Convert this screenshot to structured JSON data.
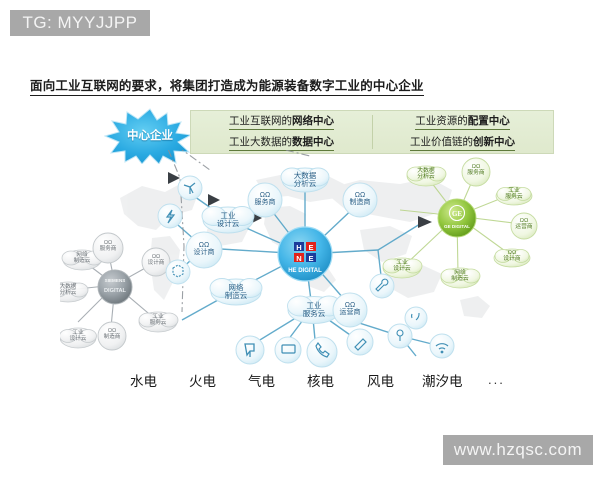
{
  "watermarks": {
    "top": "TG: MYYJJPP",
    "bottom": "www.hzqsc.com"
  },
  "title": "面向工业互联网的要求，将集团打造成为能源装备数字工业的中心企业",
  "star": {
    "label": "中心企业",
    "color": "#29a9e0"
  },
  "header_box": {
    "bg_color": "#e2ecd4",
    "underline_color": "#5f7a3c",
    "cells": [
      {
        "prefix": "工业互联网的",
        "emphasis": "网络中心",
        "underlined": true
      },
      {
        "prefix": "工业资源的",
        "emphasis": "配置中心",
        "underlined": true
      },
      {
        "prefix": "工业大数据的",
        "emphasis": "数据中心",
        "underlined": true
      },
      {
        "prefix": "工业价值链的",
        "emphasis": "创新中心",
        "underlined": true
      }
    ]
  },
  "hubs": {
    "center": {
      "name": "HE DIGITAL",
      "logo": "HE",
      "color": "#3fb3e8",
      "logo_blue": "#1b3c9b",
      "logo_red": "#e2231a"
    },
    "left": {
      "name": "SIEMENS DIGITAL",
      "line1": "SIEMENS",
      "line2": "DIGITAL",
      "color": "#8d969c"
    },
    "right": {
      "name": "GE DIGITAL",
      "logo": "GE",
      "color": "#8cc63e"
    }
  },
  "center_cluster": {
    "clouds": [
      {
        "id": "industrial-design-cloud",
        "lines": [
          "工业",
          "设计云"
        ]
      },
      {
        "id": "bigdata-analysis-cloud",
        "lines": [
          "大数据",
          "分析云"
        ]
      },
      {
        "id": "network-manufacturing-cloud",
        "lines": [
          "网络",
          "制造云"
        ]
      },
      {
        "id": "industrial-service-cloud",
        "lines": [
          "工业",
          "服务云"
        ]
      }
    ],
    "circles": [
      {
        "id": "service-provider",
        "lines": [
          "ΩΩ",
          "服务商"
        ]
      },
      {
        "id": "designer",
        "lines": [
          "ΩΩ",
          "设计商"
        ]
      },
      {
        "id": "manufacturer",
        "lines": [
          "ΩΩ",
          "制造商"
        ]
      },
      {
        "id": "operator",
        "lines": [
          "ΩΩ",
          "运营商"
        ]
      }
    ]
  },
  "left_cluster": {
    "nodes": [
      {
        "id": "siemens-network-manufacturing-cloud",
        "lines": [
          "网络",
          "制造云"
        ]
      },
      {
        "id": "siemens-bigdata-analysis-cloud",
        "lines": [
          "大数据",
          "分析云"
        ]
      },
      {
        "id": "siemens-manufacturer",
        "lines": [
          "ΩΩ",
          "制造商"
        ]
      },
      {
        "id": "siemens-service-provider",
        "lines": [
          "ΩΩ",
          "服务商"
        ]
      },
      {
        "id": "siemens-industrial-design-cloud",
        "lines": [
          "工业",
          "设计云"
        ]
      },
      {
        "id": "siemens-designer",
        "lines": [
          "ΩΩ",
          "设计商"
        ]
      },
      {
        "id": "siemens-industrial-service-cloud",
        "lines": [
          "工业",
          "服务云"
        ]
      }
    ]
  },
  "right_cluster": {
    "nodes": [
      {
        "id": "ge-bigdata-analysis-cloud",
        "lines": [
          "大数据",
          "分析云"
        ]
      },
      {
        "id": "ge-service-provider",
        "lines": [
          "ΩΩ",
          "服务商"
        ]
      },
      {
        "id": "ge-industrial-service-cloud",
        "lines": [
          "工业",
          "服务云"
        ]
      },
      {
        "id": "ge-operator",
        "lines": [
          "ΩΩ",
          "运营商"
        ]
      },
      {
        "id": "ge-designer",
        "lines": [
          "ΩΩ",
          "设计商"
        ]
      },
      {
        "id": "ge-industrial-design-cloud",
        "lines": [
          "工业",
          "设计云"
        ]
      },
      {
        "id": "ge-network-manufacturing-cloud",
        "lines": [
          "网络",
          "制造云"
        ]
      }
    ]
  },
  "energy_types": [
    {
      "label": "水电",
      "icon": "bolt-icon"
    },
    {
      "label": "火电",
      "icon": "cursor-icon"
    },
    {
      "label": "气电",
      "icon": "laptop-icon"
    },
    {
      "label": "核电",
      "icon": "phone-icon"
    },
    {
      "label": "风电",
      "icon": "pen-icon"
    },
    {
      "label": "潮汐电",
      "icon": "location-icon"
    },
    {
      "label": "...",
      "icon": "wifi-icon"
    }
  ],
  "colors": {
    "link_blue": "#5ba7c9",
    "link_grey": "#9aa1a7",
    "link_green": "#b9d48a",
    "map_grey": "#cfd3d6"
  }
}
